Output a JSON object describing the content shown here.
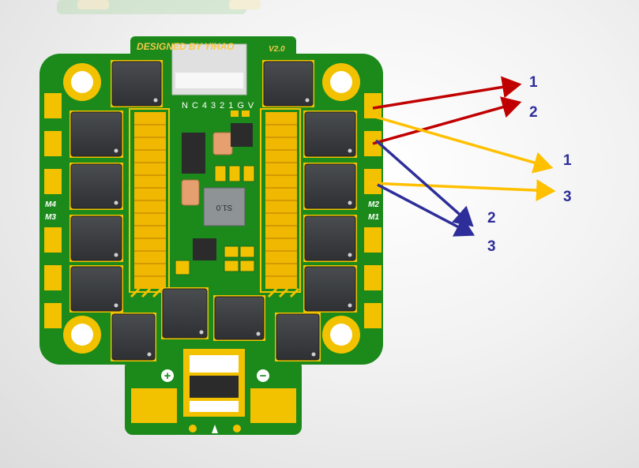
{
  "board": {
    "designer": "DESIGNED BY YIHAO",
    "version": "V2.0",
    "part_number": "NC4321GV",
    "inductor_marking": "S1.0",
    "motor_labels": {
      "m1": "M1",
      "m2": "M2",
      "m3": "M3",
      "m4": "M4"
    },
    "power_plus": "+",
    "power_minus": "−"
  },
  "callouts": [
    {
      "label": "1",
      "color": "#2e2e9a"
    },
    {
      "label": "2",
      "color": "#2e2e9a"
    },
    {
      "label": "1",
      "color": "#2e2e9a"
    },
    {
      "label": "3",
      "color": "#2e2e9a"
    },
    {
      "label": "2",
      "color": "#2e2e9a"
    },
    {
      "label": "3",
      "color": "#2e2e9a"
    }
  ],
  "colors": {
    "pcb": "#1b8a1b",
    "pad": "#f2c200",
    "chip": "#3a3d40",
    "arrow_red": "#c00000",
    "arrow_yellow": "#ffc000",
    "arrow_blue": "#2e2e9a"
  }
}
